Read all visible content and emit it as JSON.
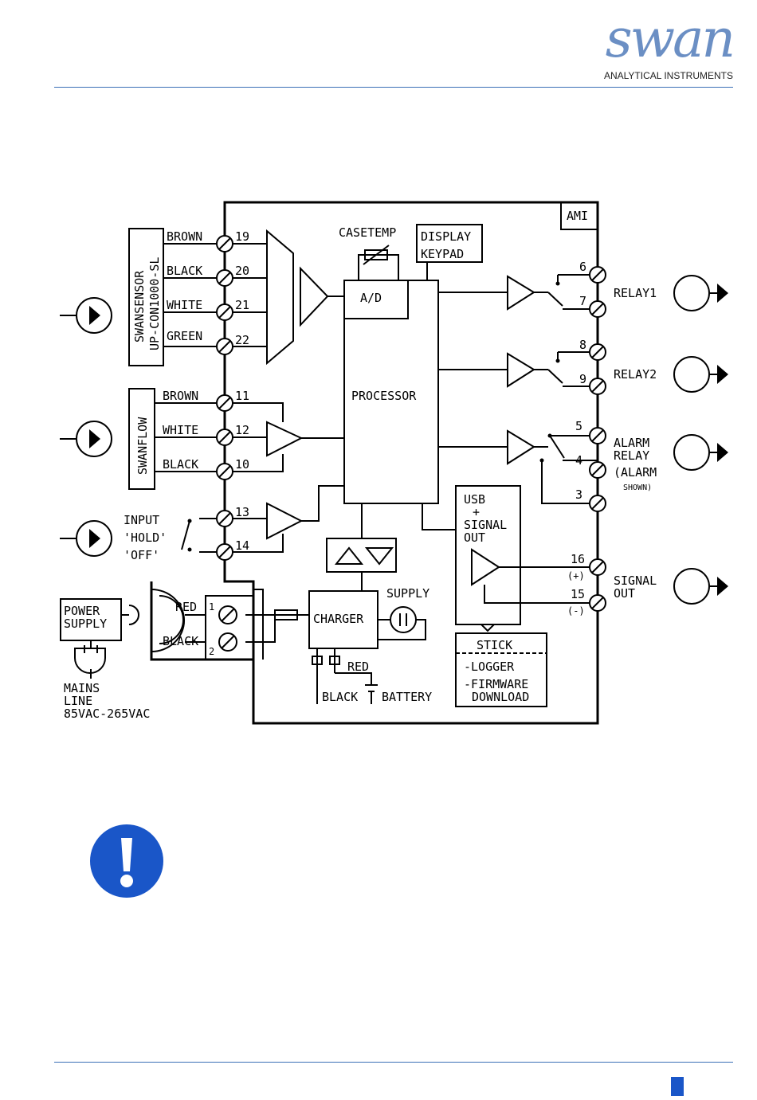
{
  "header": {
    "brand": "swan",
    "tagline": "ANALYTICAL INSTRUMENTS",
    "accent_color": "#3b6fb6"
  },
  "diagram": {
    "ami_label": "AMI",
    "casetemp": "CASETEMP",
    "display": "DISPLAY",
    "keypad": "KEYPAD",
    "ad": "A/D",
    "processor": "PROCESSOR",
    "charger": "CHARGER",
    "supply": "SUPPLY",
    "battery": "BATTERY",
    "usb_lines": [
      "USB",
      "+",
      "SIGNAL",
      "OUT"
    ],
    "stick": "STICK",
    "logger": "-LOGGER",
    "firmware": "-FIRMWARE",
    "download": "DOWNLOAD",
    "sensor_box": [
      "SWANSENSOR",
      "UP-CON1000-SL"
    ],
    "flow_box": "SWANFLOW",
    "sensor_wires": [
      "BROWN",
      "BLACK",
      "WHITE",
      "GREEN"
    ],
    "sensor_terms": [
      "19",
      "20",
      "21",
      "22"
    ],
    "flow_wires": [
      "BROWN",
      "WHITE",
      "BLACK"
    ],
    "flow_terms": [
      "11",
      "12",
      "10"
    ],
    "input_labels": [
      "INPUT",
      "'HOLD'",
      "'OFF'"
    ],
    "input_terms": [
      "13",
      "14"
    ],
    "power_supply": [
      "POWER",
      "SUPPLY"
    ],
    "mains": [
      "MAINS",
      "LINE",
      "85VAC-265VAC"
    ],
    "red": "RED",
    "black": "BLACK",
    "red2": "RED",
    "black2": "BLACK",
    "conn_nums": [
      "1",
      "2"
    ],
    "relay_terms": [
      "6",
      "7",
      "8",
      "9",
      "5",
      "4",
      "3",
      "16",
      "15"
    ],
    "relay1": "RELAY1",
    "relay2": "RELAY2",
    "alarm": [
      "ALARM",
      "RELAY",
      "(ALARM",
      "SHOWN)"
    ],
    "signal_out": [
      "SIGNAL",
      "OUT"
    ],
    "plus": "(+)",
    "minus": "(-)"
  },
  "icons": [
    "exclamation-icon"
  ],
  "colors": {
    "warning": "#1a56c8",
    "page_tab": "#1a56c8"
  }
}
